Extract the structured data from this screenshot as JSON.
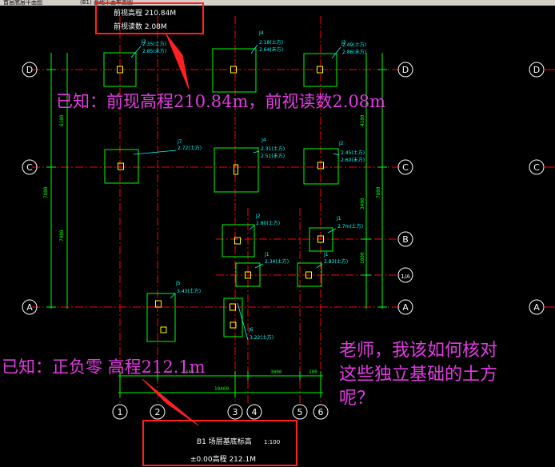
{
  "tabs": [
    {
      "label": "首层底层平面图"
    },
    {
      "label": "(B1) 基础平面布置图"
    }
  ],
  "top_box": {
    "line1": "前视高程 210.84M",
    "line2": "前视读数 2.08M"
  },
  "bottom_box": {
    "title": "B1 场层基底标高",
    "scale": "1:100",
    "line2": "±0.00高程  212.1M"
  },
  "annotations": {
    "top": "已知：前现高程210.84m，前视读数2.08m",
    "bottom": "已知：正负零 高程212.1m",
    "question": [
      "老师，我该如何核对",
      "这些独立基础的土方",
      "呢？"
    ]
  },
  "row_axes": [
    "D",
    "C",
    "B",
    "1/A",
    "A"
  ],
  "col_axes": [
    "1",
    "2",
    "3",
    "4",
    "5",
    "6"
  ],
  "footings": [
    {
      "tag": "J3",
      "l1": "2.35(土方)",
      "l2": "2.85(未方)"
    },
    {
      "tag": "J4",
      "l1": "2.18(土方)",
      "l2": "2.64(未方)"
    },
    {
      "tag": "J3",
      "l1": "2.49(土方)",
      "l2": "2.86(未方)"
    },
    {
      "tag": "J7",
      "l1": "2.72(土方)",
      "l2": ""
    },
    {
      "tag": "J4",
      "l1": "2.31(土方)",
      "l2": "2.51(未方)"
    },
    {
      "tag": "J2",
      "l1": "2.45(土方)",
      "l2": "2.60(未方)"
    },
    {
      "tag": "J2",
      "l1": "2.80(土方)",
      "l2": ""
    },
    {
      "tag": "J1",
      "l1": "2.7m(土方)",
      "l2": ""
    },
    {
      "tag": "J1",
      "l1": "2.34(土方)",
      "l2": ""
    },
    {
      "tag": "J1",
      "l1": "2.83(土方)",
      "l2": ""
    },
    {
      "tag": "J5",
      "l1": "3.43(土方)",
      "l2": ""
    },
    {
      "tag": "J6",
      "l1": "3.22(土方)",
      "l2": ""
    }
  ],
  "dims": {
    "h1": "2340",
    "h2": "3000",
    "h3": "100",
    "h4": "10400",
    "v1": "6100",
    "v2": "7800",
    "v3": "7000",
    "v4": "4100",
    "v5": "3400",
    "v6": "1000",
    "v7": "7800"
  },
  "colors": {
    "dim": "#00ff00",
    "axis": "#ff0000",
    "footing": "#00ff00",
    "column": "#ffff00",
    "label": "#00ffff",
    "box": "#ff2020",
    "annotation": "#e23ce2",
    "bubble": "#ffffff"
  }
}
